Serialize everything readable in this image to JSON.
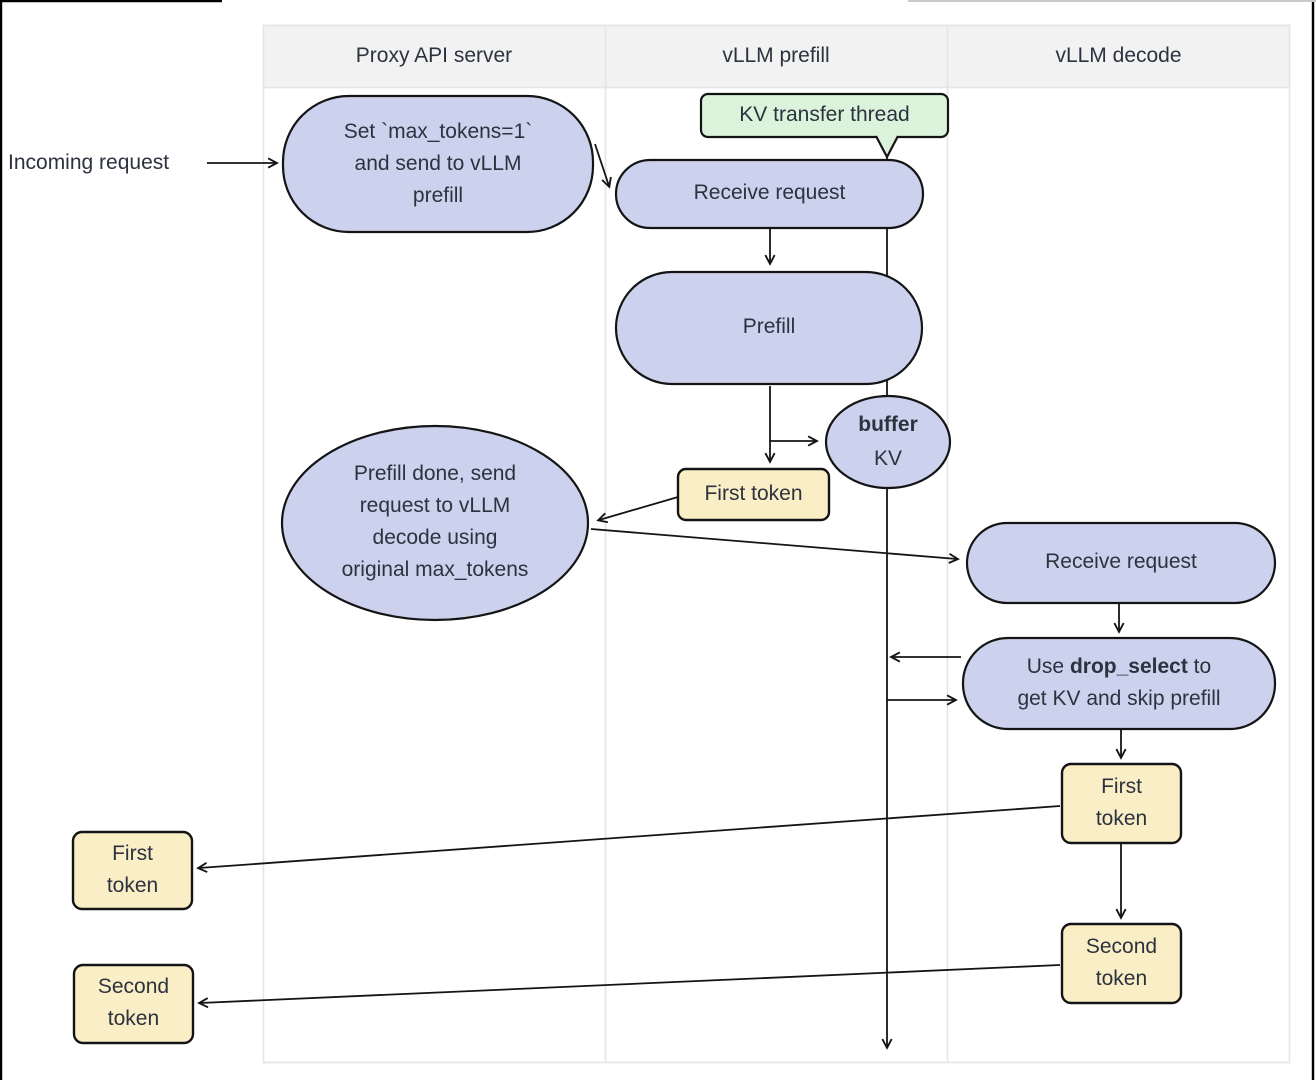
{
  "colors": {
    "node_fill": "#ccd2ed",
    "callout_fill": "#dcf3db",
    "token_fill": "#faeec6",
    "stroke": "#141414",
    "lane_border": "#e5e5e6",
    "header_fill": "#f2f2f3",
    "text": "#2c323e"
  },
  "lanes": {
    "headers": [
      {
        "label": "Proxy API server"
      },
      {
        "label": "vLLM prefill"
      },
      {
        "label": "vLLM decode"
      }
    ]
  },
  "labels": {
    "incoming_request": "Incoming request"
  },
  "nodes": {
    "set_max_tokens": {
      "text": "Set `max_tokens=1`\nand send to vLLM\nprefill"
    },
    "kv_transfer_thread": {
      "text": "KV transfer thread"
    },
    "prefill_receive_request": {
      "text": "Receive request"
    },
    "prefill": {
      "text": "Prefill"
    },
    "buffer_kv": {
      "bold": "buffer",
      "text": "\nKV"
    },
    "first_token_prefill": {
      "text": "First token"
    },
    "prefill_done": {
      "text": "Prefill done, send\nrequest to vLLM\ndecode using\noriginal max_tokens"
    },
    "decode_receive_request": {
      "text": "Receive request"
    },
    "drop_select": {
      "prefix": "Use ",
      "bold": "drop_select",
      "suffix": " to\nget KV and skip prefill"
    },
    "first_token_decode": {
      "text": "First\ntoken"
    },
    "second_token_decode": {
      "text": "Second\ntoken"
    },
    "first_token_out": {
      "text": "First\ntoken"
    },
    "second_token_out": {
      "text": "Second\ntoken"
    }
  }
}
